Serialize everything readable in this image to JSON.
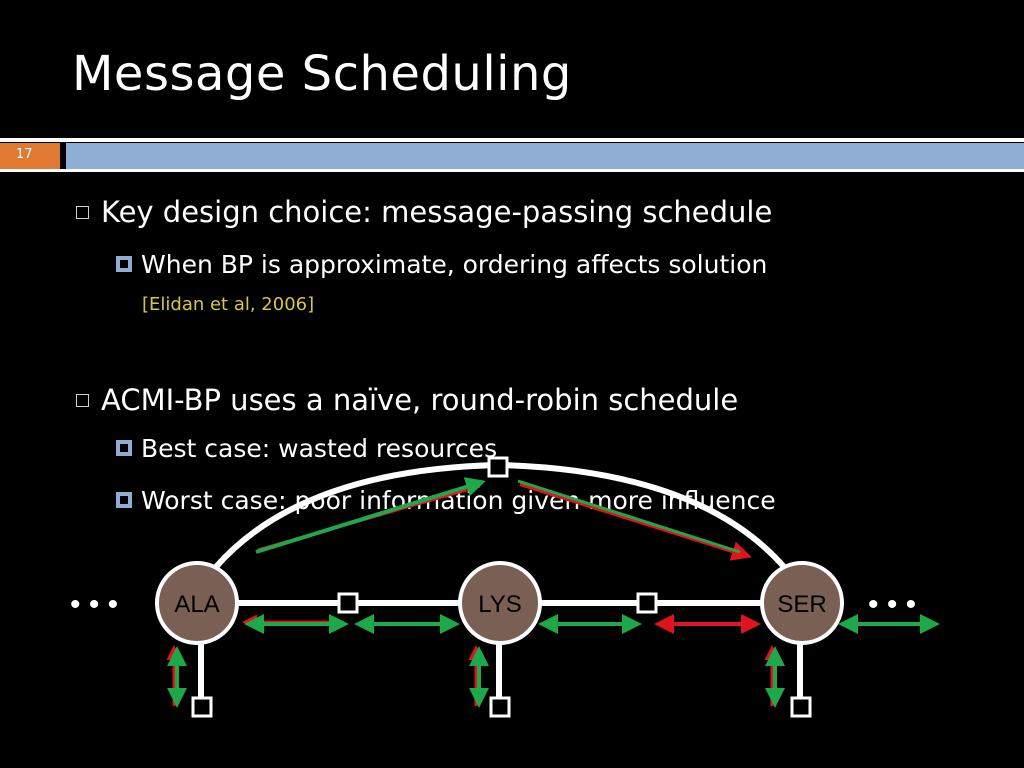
{
  "slide": {
    "title": "Message Scheduling",
    "number": "17"
  },
  "bullets": {
    "b1": "Key design choice: message-passing schedule",
    "b1_sub": "When BP is approximate, ordering affects solution",
    "b1_cite": "[Elidan et al, 2006]",
    "b2": "ACMI-BP uses a naïve, round-robin schedule",
    "b2_sub1": "Best case: wasted resources",
    "b2_sub2": "Worst case: poor information given more influence"
  },
  "diagram": {
    "nodes": [
      "ALA",
      "LYS",
      "SER"
    ],
    "ellipsis_left": "• • •",
    "ellipsis_right": "• • •"
  },
  "colors": {
    "accent_orange": "#e07a33",
    "accent_blue": "#8faed3",
    "node_fill": "#7a5f55",
    "arrow_green": "#1fa84a",
    "arrow_red": "#e0141c",
    "citation": "#d6c54a"
  }
}
